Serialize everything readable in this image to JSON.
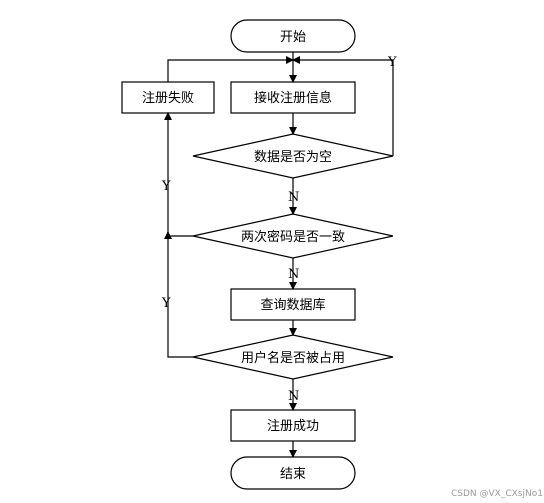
{
  "nodes": {
    "start": "开始",
    "register_fail": "注册失败",
    "receive_info": "接收注册信息",
    "check_empty": "数据是否为空",
    "check_password": "两次密码是否一致",
    "query_db": "查询数据库",
    "check_username": "用户名是否被占用",
    "register_success": "注册成功",
    "end": "结束"
  },
  "branch_labels": {
    "empty_yes": "Y",
    "empty_no": "N",
    "password_yes": "Y",
    "password_no": "N",
    "username_yes": "Y",
    "username_no": "N"
  },
  "watermark": "CSDN @VX_CXsjNo1"
}
